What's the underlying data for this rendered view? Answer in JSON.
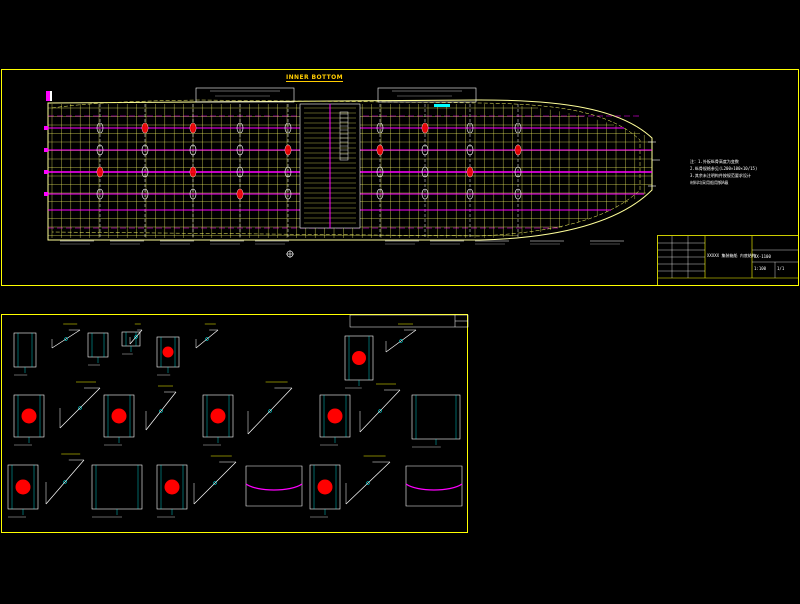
{
  "drawing": {
    "title": "INNER BOTTOM",
    "notes": [
      "注：1.外板纵骨高度为变数",
      "    2.纵骨规格参见(L200×100×10/15)",
      "    3.其余未注明构件按规范要求设计",
      "      材料均采用船用钢A级"
    ],
    "title_block": {
      "project": "XXXXX 集装箱船  内底结构",
      "drawing_no": "XX-1100",
      "scale": "1:100",
      "sheet": "1/1"
    }
  },
  "colors": {
    "frame": "#ffff00",
    "grid": "#ffff66",
    "hull": "#ffff99",
    "longitudinal": "#ff00ff",
    "cutout": "#ff0000",
    "dimension": "#00ffff",
    "text": "#ffffff",
    "girder": "#00ff00"
  }
}
